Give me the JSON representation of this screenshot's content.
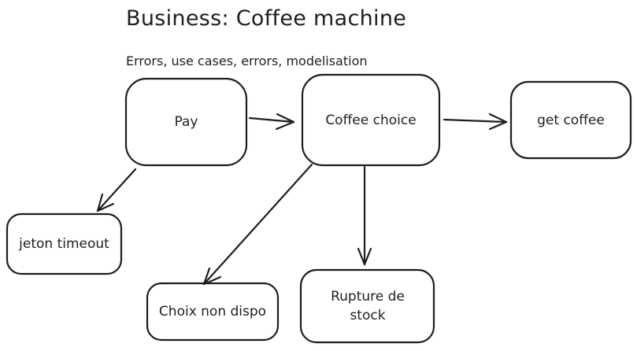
{
  "title": "Business: Coffee machine",
  "subtitle": "Errors, use cases, errors, modelisation",
  "nodes": {
    "pay": "Pay",
    "coffee_choice": "Coffee choice",
    "get_coffee": "get coffee",
    "jeton_timeout": "jeton timeout",
    "choix_non_dispo": "Choix non dispo",
    "rupture_de_stock": "Rupture de stock"
  },
  "colors": {
    "stroke": "#1e1e1e",
    "background": "#ffffff"
  }
}
